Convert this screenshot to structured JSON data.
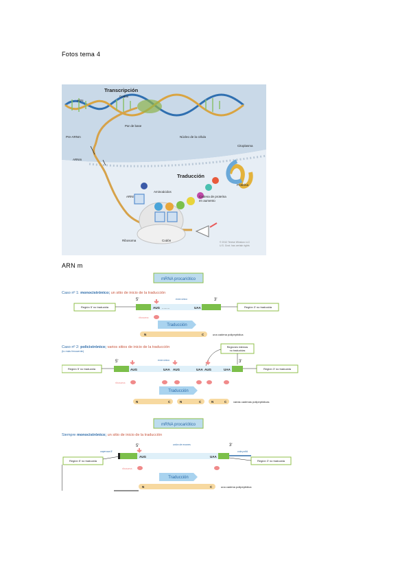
{
  "headings": {
    "first": "Fotos tema 4",
    "second": "ARN m"
  },
  "figure1": {
    "title_transcription": "Transcripción",
    "codon_top": "Codón",
    "dna": "ADN",
    "base_pair": "Par de base",
    "pre_mrna": "Pre-ARNm",
    "mrna": "ARNm",
    "nucleus": "Núcleo de la célula",
    "cytoplasm": "Citoplasma",
    "title_translation": "Traducción",
    "protein": "Proteína",
    "amino_acids": "Aminoácidos",
    "trna": "ARNt",
    "growing_chain_1": "Cadena de proteína",
    "growing_chain_2": "en aumento",
    "ribosome": "Ribosoma",
    "codon_bottom": "Codón",
    "copyright_1": "© 2012 Terese Winslow LLC",
    "copyright_2": "U.S. Govt. has certain rights"
  },
  "figure2": {
    "header1": "mRNA procariótico",
    "case1_prefix": "Caso nº 1: ",
    "case1_bold": "monocistrónico;",
    "case1_rest": " un sitio de inicio de la traducción",
    "case1_5": "5'",
    "case1_3": "3'",
    "case1_exon": "exón único",
    "case1_left_box": "Región 5' no traducida",
    "case1_right_box": "Región 3' no traducida",
    "case1_aug": "AUG",
    "case1_uaa": "UAA",
    "case1_ribosome": "ribosoma",
    "case1_translation": "Traducción",
    "case1_n": "N",
    "case1_c": "C",
    "case1_chain": "una cadena polipeptídica",
    "case2_prefix": "Caso nº 2: ",
    "case2_bold": "policistrónico;",
    "case2_rest": " varios sitios de inicio de la traducción",
    "case2_sub": "(lo más frecuente)",
    "case2_5": "5'",
    "case2_3": "3'",
    "case2_internal_1": "Regiones internas",
    "case2_internal_2": "no traducidas",
    "case2_exon": "exón único",
    "case2_left_box": "Región 5' no traducida",
    "case2_right_box": "Región 3' no traducida",
    "case2_aug1": "AUG",
    "case2_uaa1": "UAA",
    "case2_aug2": "AUG",
    "case2_uaa2": "UAA",
    "case2_aug3": "AUG",
    "case2_uaa3": "UAA",
    "case2_ribosome": "ribosoma",
    "case2_translation": "Traducción",
    "case2_n1": "N",
    "case2_c1": "C",
    "case2_n2": "N",
    "case2_c2": "C",
    "case2_n3": "N",
    "case2_c3": "C",
    "case2_chains": "varias cadenas polipeptídicas",
    "header2": "mRNA procariótico",
    "case3_prefix": "Siempre ",
    "case3_bold": "monocistrónico;",
    "case3_rest": " un sitio de inicio de la traducción",
    "case3_5": "5'",
    "case3_3": "3'",
    "case3_cap": "caperuza 5'",
    "case3_exons": "unión de exones",
    "case3_tail": "cola poliA",
    "case3_left_box": "Región 5' no traducida",
    "case3_right_box": "Región 3' no traducida",
    "case3_aug": "AUG",
    "case3_uaa": "UAA",
    "case3_ribosome": "ribosoma",
    "case3_translation": "Traducción",
    "case3_n": "N",
    "case3_c": "C",
    "case3_chain": "una cadena polipeptídica"
  },
  "colors": {
    "nucleus_bg": "#c9d9e8",
    "cytoplasm_bg": "#e7eef5",
    "mrna_green": "#7cbf4a",
    "label_box_border": "#8fbf4a",
    "header_box": "#bcdcee",
    "ribosome_red": "#f08a8a",
    "polypeptide": "#f7d9a0",
    "case_title_blue": "#2b6aa8",
    "case_title_red": "#c8553d",
    "translation_arrow": "#a9d3ef"
  }
}
